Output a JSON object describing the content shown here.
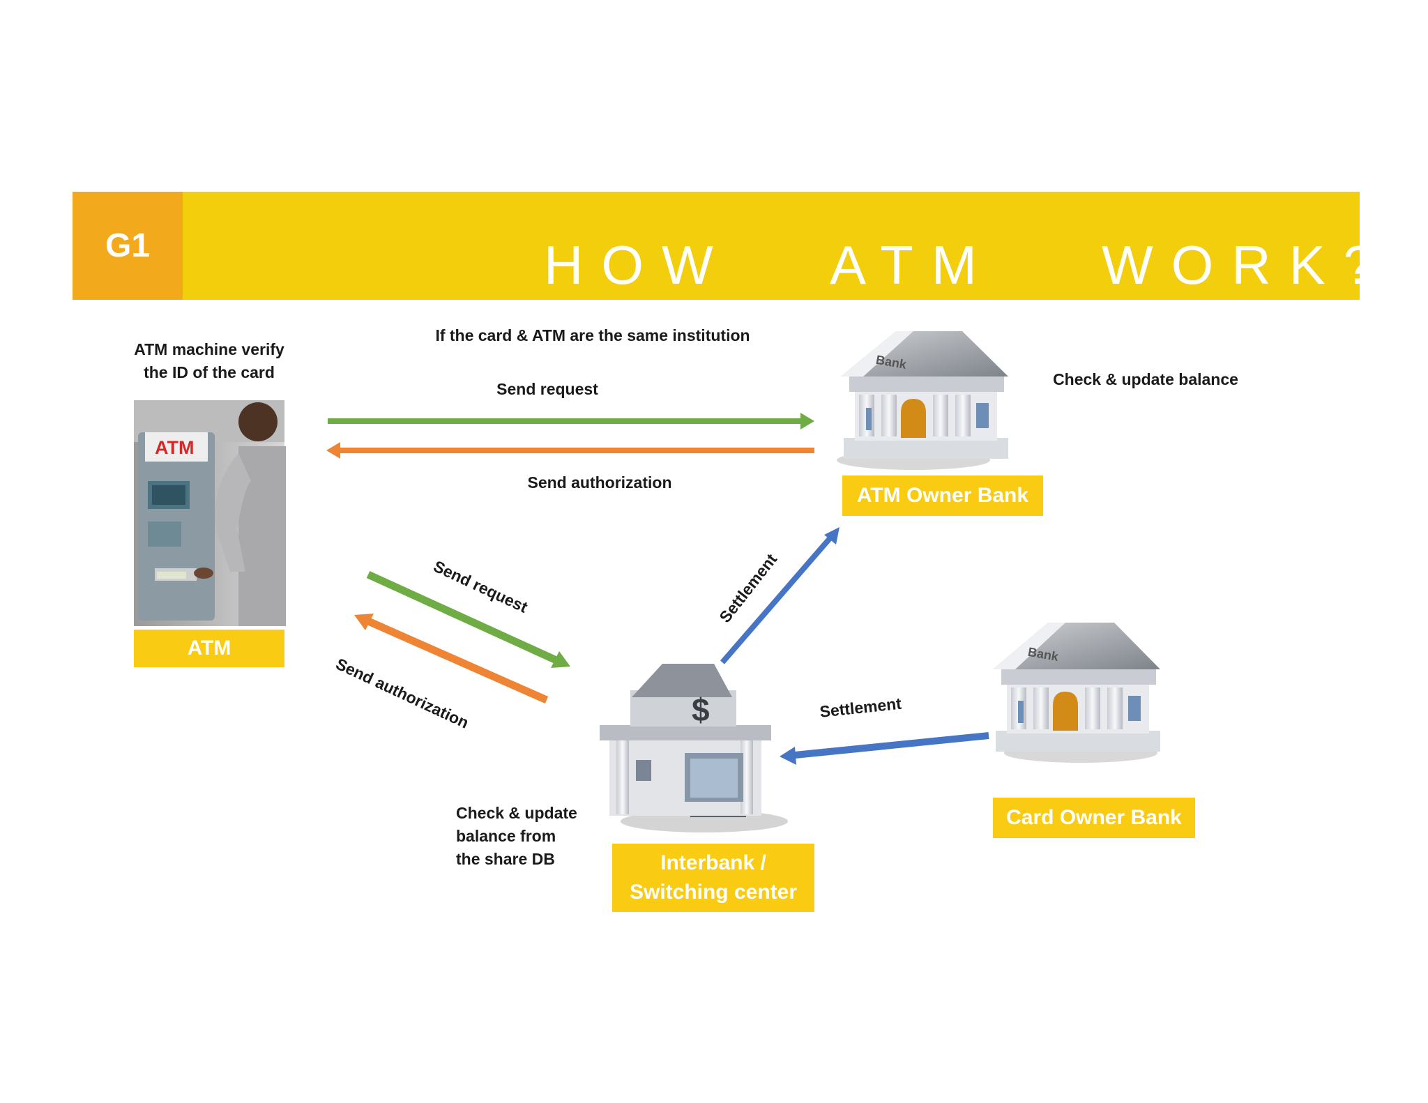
{
  "header": {
    "badge": "G1",
    "title_words": [
      "HOW",
      "ATM",
      "WORK?"
    ]
  },
  "atm": {
    "caption_line1": "ATM machine verify",
    "caption_line2": "the ID of the card",
    "screen_sign": "ATM",
    "label": "ATM"
  },
  "same_institution": {
    "heading": "If the card & ATM are the same institution",
    "send_request": "Send request",
    "send_authorization": "Send authorization"
  },
  "atm_owner_bank": {
    "sign": "Bank",
    "note": "Check & update balance",
    "label": "ATM Owner Bank"
  },
  "interbank_flow": {
    "send_request": "Send request",
    "send_authorization": "Send authorization",
    "settlement_to_owner": "Settlement",
    "settlement_from_card": "Settlement"
  },
  "interbank": {
    "note_line1": "Check & update",
    "note_line2": "balance from",
    "note_line3": "the share DB",
    "label_line1": "Interbank /",
    "label_line2": "Switching center"
  },
  "card_owner_bank": {
    "sign": "Bank",
    "label": "Card Owner Bank"
  },
  "colors": {
    "header": "#f2ce0c",
    "badge": "#f3a91c",
    "label_box": "#f9cb12",
    "arrow_request": "#6fac46",
    "arrow_authorization": "#ee8535",
    "arrow_settlement": "#4775c5"
  }
}
